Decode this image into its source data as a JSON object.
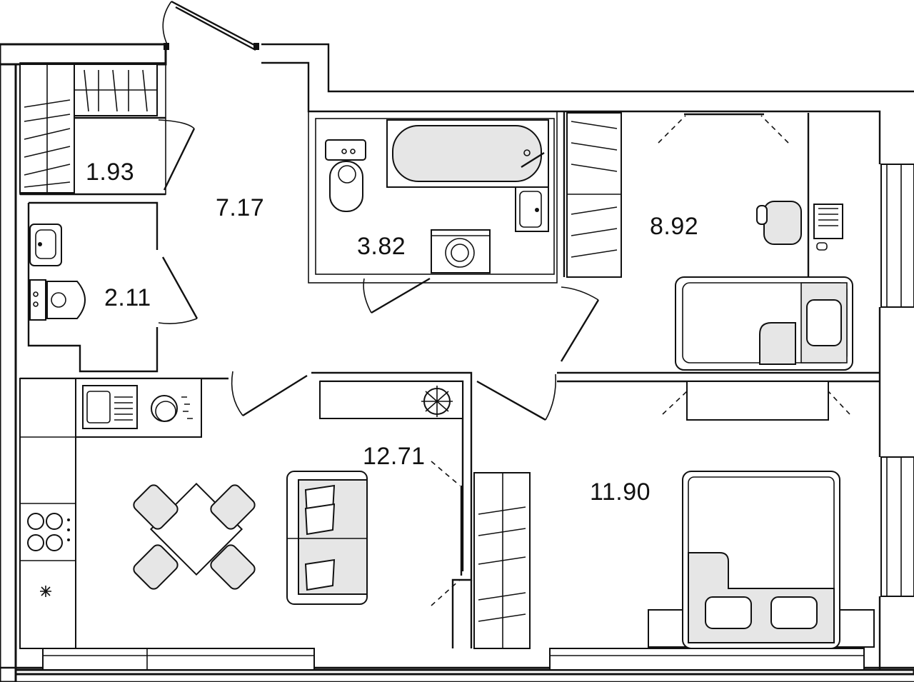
{
  "rooms": [
    {
      "id": "storage",
      "area": "1.93"
    },
    {
      "id": "hallway",
      "area": "7.17"
    },
    {
      "id": "bathroom",
      "area": "3.82"
    },
    {
      "id": "bedroom-small",
      "area": "8.92"
    },
    {
      "id": "wc",
      "area": "2.11"
    },
    {
      "id": "kitchen-living",
      "area": "12.71"
    },
    {
      "id": "bedroom-large",
      "area": "11.90"
    }
  ],
  "icons": [
    "wardrobe-icon",
    "toilet-icon",
    "bathtub-icon",
    "sink-icon",
    "washing-machine-icon",
    "desk-chair-icon",
    "laptop-icon",
    "bed-icon",
    "pillow-icon",
    "kitchen-sink-icon",
    "stove-icon",
    "plant-icon",
    "sofa-icon",
    "dining-table-icon",
    "door-icon",
    "window-icon"
  ],
  "colors": {
    "line": "#111111",
    "fill_grey": "#e6e6e6",
    "background": "#ffffff"
  }
}
